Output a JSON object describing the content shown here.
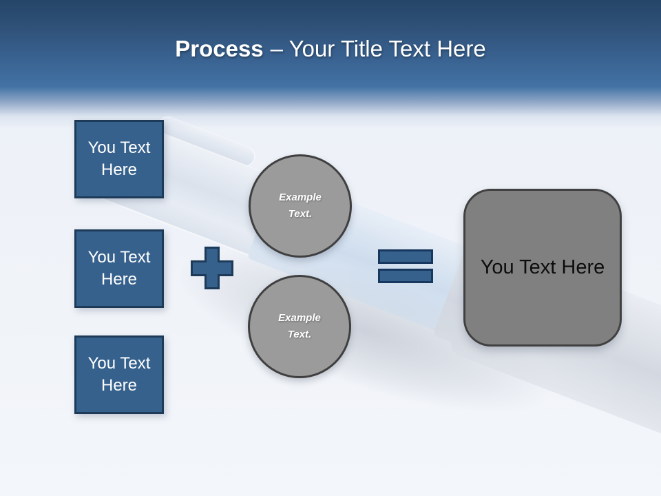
{
  "slide": {
    "title": {
      "bold_text": "Process",
      "regular_text": "– Your Title Text Here"
    },
    "input_boxes": [
      {
        "label": "You Text Here"
      },
      {
        "label": "You Text Here"
      },
      {
        "label": "You Text Here"
      }
    ],
    "operators": {
      "plus": "plus-icon",
      "equals": "equals-icon"
    },
    "circles": [
      {
        "label": "Example Text."
      },
      {
        "label": "Example Text."
      }
    ],
    "result_box": {
      "label": "You Text Here"
    },
    "colors": {
      "header_blue_dark": "#254568",
      "header_blue": "#3e6b9c",
      "shape_blue": "#36618c",
      "shape_blue_border": "#1d3a58",
      "circle_gray": "#9b9b9b",
      "circle_border": "#3f3f3f",
      "result_gray": "#808080",
      "result_border": "#404040",
      "background_light": "#f0f3f8"
    }
  }
}
